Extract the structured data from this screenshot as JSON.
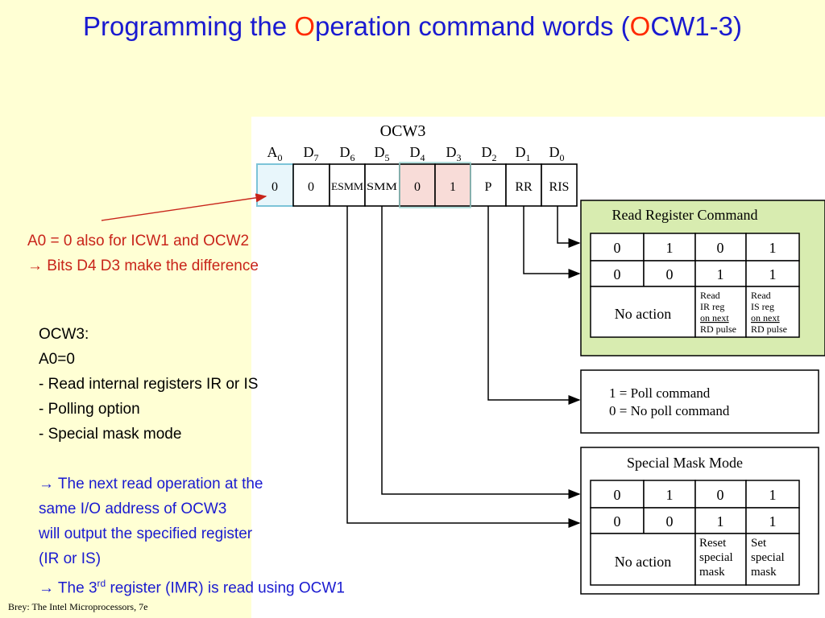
{
  "slide": {
    "title": {
      "part1": "Programming the ",
      "hl1": "O",
      "part2": "peration command words (",
      "hl2": "O",
      "part3": "CW1-3)"
    },
    "note": {
      "line1": "A0 = 0 also for ICW1 and OCW2",
      "line2": " Bits D4 D3 make the difference",
      "arrow": "→"
    },
    "description": {
      "line1": "OCW3:",
      "line2": "A0=0",
      "line3": "- Read internal registers IR or IS",
      "line4": "- Polling option",
      "line5": "- Special mask mode",
      "arrow": "→",
      "line6": " The next read operation at the",
      "line7": "same I/O address of OCW3",
      "line8": "will output the specified register",
      "line9": "(IR or IS)",
      "line10_pre": " The 3",
      "line10_sup": "rd",
      "line10_post": " register (IMR) is read using OCW1"
    },
    "citation": "Brey: The Intel Microprocessors, 7e"
  },
  "figure": {
    "heading": "OCW3",
    "bit_headers": [
      "A",
      "D",
      "D",
      "D",
      "D",
      "D",
      "D",
      "D",
      "D"
    ],
    "bit_subs": [
      "0",
      "7",
      "6",
      "5",
      "4",
      "3",
      "2",
      "1",
      "0"
    ],
    "bit_cells": [
      "0",
      "0",
      "ESMM",
      "SMM",
      "0",
      "1",
      "P",
      "RR",
      "RIS"
    ],
    "read_register": {
      "title": "Read Register Command",
      "row1": [
        "0",
        "1",
        "0",
        "1"
      ],
      "row2": [
        "0",
        "0",
        "1",
        "1"
      ],
      "no_action": "No action",
      "read_ir": [
        "Read",
        "IR reg",
        "on next",
        "RD pulse"
      ],
      "read_is": [
        "Read",
        "IS reg",
        "on next",
        "RD pulse"
      ]
    },
    "poll": {
      "line1": "1 = Poll command",
      "line2": "0 = No poll command"
    },
    "special_mask": {
      "title": "Special Mask Mode",
      "row1": [
        "0",
        "1",
        "0",
        "1"
      ],
      "row2": [
        "0",
        "0",
        "1",
        "1"
      ],
      "no_action": "No action",
      "reset": [
        "Reset",
        "special",
        "mask"
      ],
      "set": [
        "Set",
        "special",
        "mask"
      ]
    }
  },
  "colors": {
    "background": "#ffffd4",
    "title_blue": "#1a1ad0",
    "title_highlight": "#ff2a00",
    "note_red": "#c8241a",
    "a0_cell": "#e8f6fb",
    "d4d3_cells": "#f8dcd8",
    "read_register_box": "#d8ecb0"
  }
}
